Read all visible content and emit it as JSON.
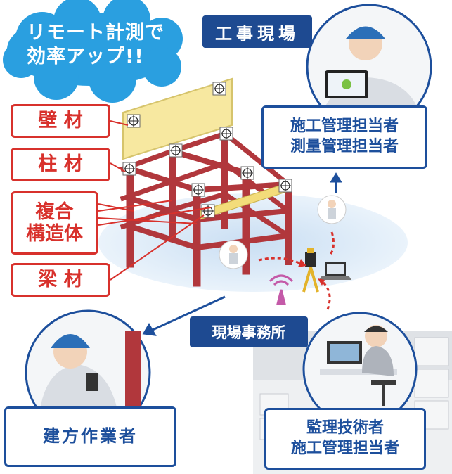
{
  "slogan": {
    "line1": "リモート計測で",
    "line2": "効率アップ!!"
  },
  "tags": {
    "site": "工事現場",
    "office": "現場事務所"
  },
  "boxes": {
    "site_managers": {
      "line1": "施工管理担当者",
      "line2": "測量管理担当者"
    },
    "erectors": {
      "line1": "建方作業者"
    },
    "office_staff": {
      "line1": "監理技術者",
      "line2": "施工管理担当者"
    }
  },
  "labels": {
    "wall": "壁 材",
    "column": "柱 材",
    "composite_1": "複合",
    "composite_2": "構造体",
    "beam": "梁 材"
  },
  "colors": {
    "label_red": "#d8312c",
    "box_blue": "#1d4f9c",
    "cloud_blue": "#2a9fe0",
    "steel_red": "#b1373c",
    "wall_yellow": "#f7e8a0",
    "ground_blue": "#dbe9f7"
  },
  "icons": [
    "target-marker-icon",
    "total-station-icon",
    "laptop-icon",
    "signal-icon",
    "tablet-icon"
  ]
}
